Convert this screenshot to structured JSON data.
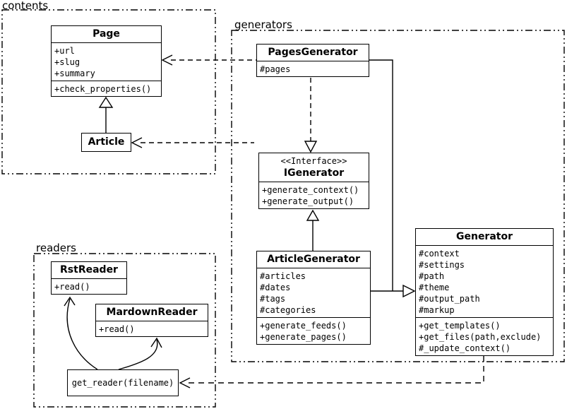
{
  "diagram": {
    "background": "#ffffff",
    "line_color": "#000000"
  },
  "packages": {
    "contents": {
      "label": "contents"
    },
    "generators": {
      "label": "generators"
    },
    "readers": {
      "label": "readers"
    }
  },
  "classes": {
    "page": {
      "title": "Page",
      "attributes": [
        "+url",
        "+slug",
        "+summary"
      ],
      "methods": [
        "+check_properties()"
      ]
    },
    "article": {
      "title": "Article"
    },
    "pages_generator": {
      "title": "PagesGenerator",
      "attributes": [
        "#pages"
      ]
    },
    "igenerator": {
      "stereotype": "<<Interface>>",
      "title": "IGenerator",
      "methods": [
        "+generate_context()",
        "+generate_output()"
      ]
    },
    "article_generator": {
      "title": "ArticleGenerator",
      "attributes": [
        "#articles",
        "#dates",
        "#tags",
        "#categories"
      ],
      "methods": [
        "+generate_feeds()",
        "+generate_pages()"
      ]
    },
    "generator": {
      "title": "Generator",
      "attributes": [
        "#context",
        "#settings",
        "#path",
        "#theme",
        "#output_path",
        "#markup"
      ],
      "methods": [
        "+get_templates()",
        "+get_files(path,exclude)",
        "#_update_context()"
      ]
    },
    "rst_reader": {
      "title": "RstReader",
      "methods": [
        "+read()"
      ]
    },
    "mardown_reader": {
      "title": "MardownReader",
      "methods": [
        "+read()"
      ]
    },
    "get_reader": {
      "label": "get_reader(filename)"
    }
  }
}
